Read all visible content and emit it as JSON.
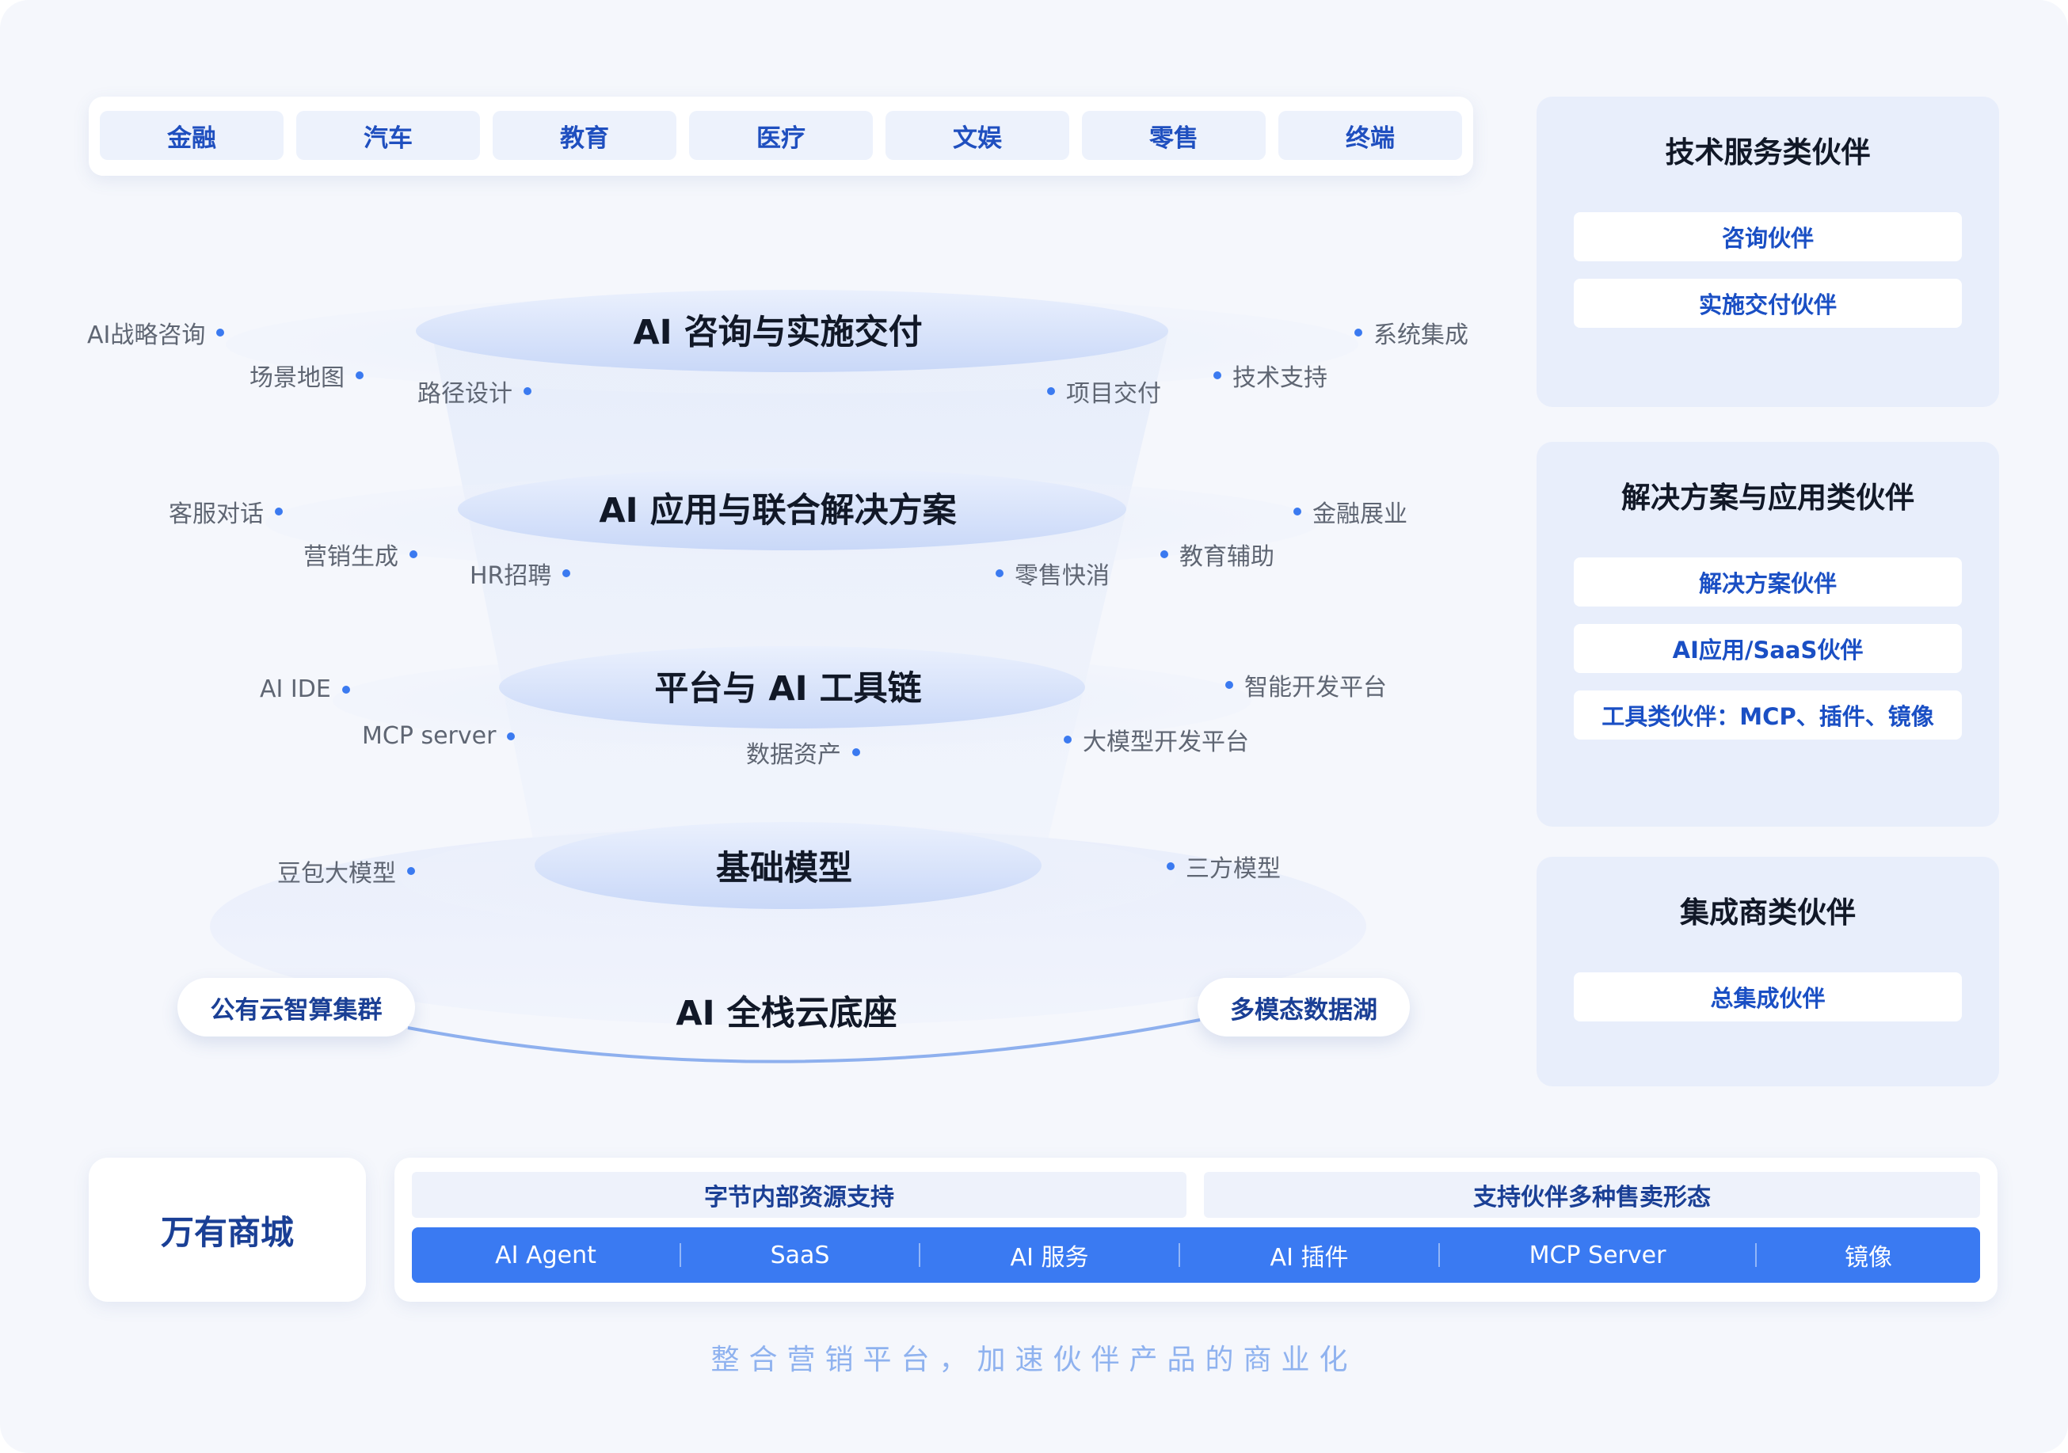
{
  "industries": [
    "金融",
    "汽车",
    "教育",
    "医疗",
    "文娱",
    "零售",
    "终端"
  ],
  "layers": [
    {
      "title": "AI 咨询与实施交付",
      "tags_left": [
        "AI战略咨询",
        "场景地图",
        "路径设计"
      ],
      "tags_right": [
        "系统集成",
        "技术支持",
        "项目交付"
      ]
    },
    {
      "title": "AI 应用与联合解决方案",
      "tags_left": [
        "客服对话",
        "营销生成",
        "HR招聘"
      ],
      "tags_right": [
        "金融展业",
        "教育辅助",
        "零售快消"
      ]
    },
    {
      "title": "平台与 AI 工具链",
      "tags_left": [
        "AI IDE",
        "MCP server"
      ],
      "tags_right": [
        "智能开发平台",
        "大模型开发平台"
      ],
      "tags_center": [
        "数据资产"
      ]
    },
    {
      "title": "基础模型",
      "tags_left": [
        "豆包大模型"
      ],
      "tags_right": [
        "三方模型"
      ]
    }
  ],
  "base": {
    "title": "AI 全栈云底座",
    "left_pill": "公有云智算集群",
    "right_pill": "多模态数据湖"
  },
  "partner_panels": [
    {
      "title": "技术服务类伙伴",
      "items": [
        "咨询伙伴",
        "实施交付伙伴"
      ]
    },
    {
      "title": "解决方案与应用类伙伴",
      "items": [
        "解决方案伙伴",
        "AI应用/SaaS伙伴",
        "工具类伙伴：MCP、插件、镜像"
      ]
    },
    {
      "title": "集成商类伙伴",
      "items": [
        "总集成伙伴"
      ]
    }
  ],
  "marketplace": {
    "title": "万有商城",
    "support_left": "字节内部资源支持",
    "support_right": "支持伙伴多种售卖形态",
    "products": [
      "AI Agent",
      "SaaS",
      "AI 服务",
      "AI 插件",
      "MCP Server",
      "镜像"
    ]
  },
  "slogan": "整合营销平台，加速伙伴产品的商业化",
  "colors": {
    "accent": "#3a7af2",
    "title_blue": "#1a3f95",
    "panel_bg": "#e8eefb",
    "canvas_bg": "#f5f7fc"
  }
}
